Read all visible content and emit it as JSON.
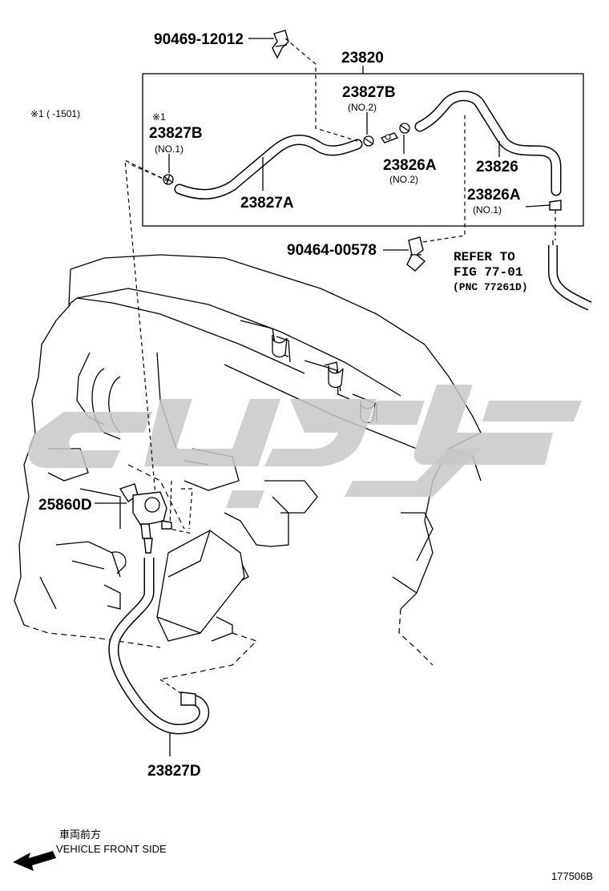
{
  "labels": {
    "clip_top": "90469-12012",
    "assembly": "23820",
    "hose_b_no2": "23827B",
    "hose_b_no2_note": "(NO.2)",
    "note_symbol": "※1",
    "note_range": "※1 (    -1501)",
    "hose_b_no1": "23827B",
    "hose_b_no1_note": "(NO.1)",
    "hose_a": "23827A",
    "union_a_no2": "23826A",
    "union_a_no2_note": "(NO.2)",
    "hose": "23826",
    "union_a_no1": "23826A",
    "union_a_no1_note": "(NO.1)",
    "clip_bottom": "90464-00578",
    "refer_line1": "REFER TO",
    "refer_line2": "FIG 77-01",
    "refer_line3": "(PNC 77261D)",
    "valve": "25860D",
    "hose_d": "23827D"
  },
  "legend": {
    "jp": "車両前方",
    "en": "VEHICLE FRONT SIDE",
    "arrow_icon": "arrow-left-icon"
  },
  "figure_code": "177506B",
  "colors": {
    "line": "#000000",
    "watermark": "#c8c8c8",
    "background": "#ffffff"
  }
}
